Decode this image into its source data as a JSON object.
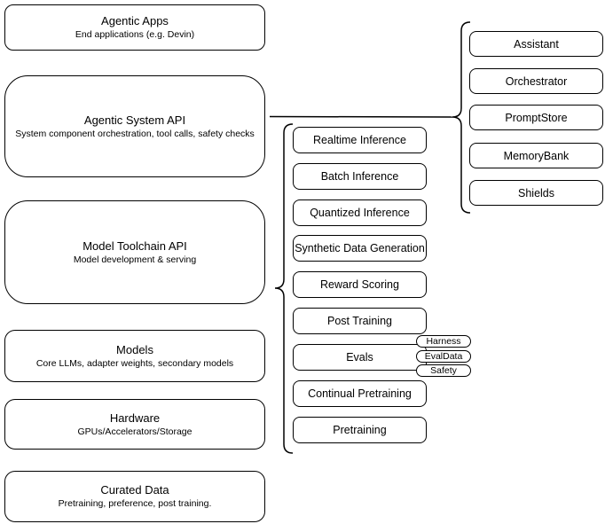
{
  "diagram": {
    "stack": [
      {
        "title": "Agentic Apps",
        "subtitle": "End applications (e.g. Devin)"
      },
      {
        "title": "Agentic System API",
        "subtitle": "System component orchestration, tool calls, safety checks"
      },
      {
        "title": "Model Toolchain API",
        "subtitle": "Model development & serving"
      },
      {
        "title": "Models",
        "subtitle": "Core LLMs, adapter weights, secondary models"
      },
      {
        "title": "Hardware",
        "subtitle": "GPUs/Accelerators/Storage"
      },
      {
        "title": "Curated Data",
        "subtitle": "Pretraining, preference, post training."
      }
    ],
    "toolchain_items": [
      "Realtime Inference",
      "Batch Inference",
      "Quantized Inference",
      "Synthetic Data Generation",
      "Reward Scoring",
      "Post Training",
      "Evals",
      "Continual Pretraining",
      "Pretraining"
    ],
    "eval_components": [
      "Harness",
      "EvalData",
      "Safety"
    ],
    "system_components": [
      "Assistant",
      "Orchestrator",
      "PromptStore",
      "MemoryBank",
      "Shields"
    ],
    "colors": {
      "stroke": "#000000",
      "fill": "#ffffff",
      "text": "#000000"
    }
  }
}
